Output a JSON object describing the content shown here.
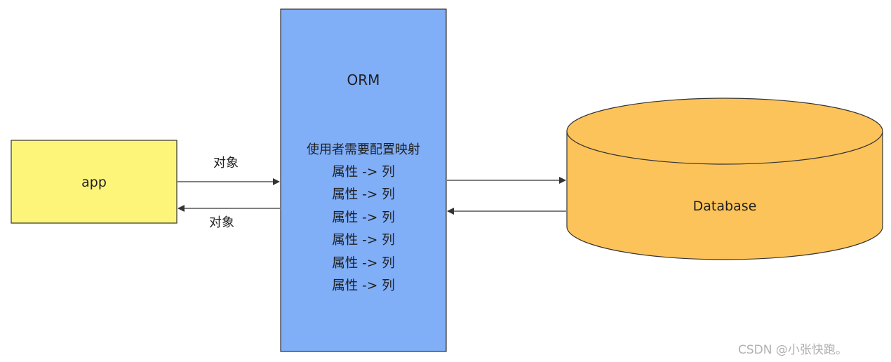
{
  "colors": {
    "app_fill": "#fcf57a",
    "orm_fill": "#80aef7",
    "db_fill": "#fcc35a",
    "stroke": "#333333"
  },
  "nodes": {
    "app": {
      "label": "app"
    },
    "orm": {
      "title": "ORM",
      "config_label": "使用者需要配置映射",
      "mappings": [
        "属性 -> 列",
        "属性 -> 列",
        "属性 -> 列",
        "属性 -> 列",
        "属性 -> 列",
        "属性 -> 列"
      ]
    },
    "database": {
      "label": "Database"
    }
  },
  "edges": {
    "app_to_orm_label": "对象",
    "orm_to_app_label": "对象"
  },
  "watermark": "CSDN @小张快跑。"
}
